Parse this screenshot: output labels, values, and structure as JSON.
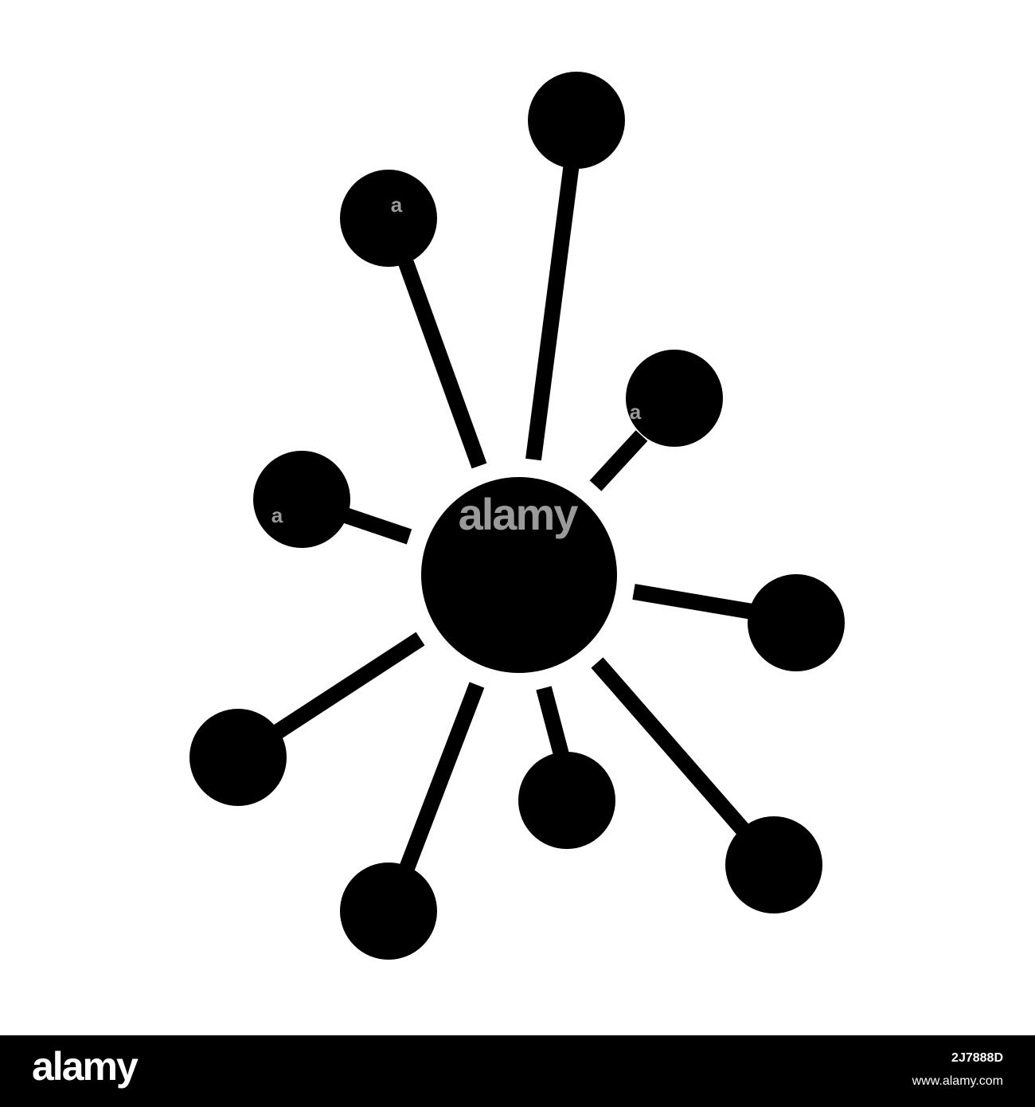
{
  "illustration": {
    "icon": "network-hub-icon",
    "fill_color": "#000000",
    "background_color": "#ffffff",
    "watermark_text": "alamy",
    "watermark_color": "#9a9a9a",
    "satellite_count": 9
  },
  "footer": {
    "background_color": "#000000",
    "logo_text": "alamy",
    "image_id": "2J7888D",
    "url": "www.alamy.com"
  }
}
